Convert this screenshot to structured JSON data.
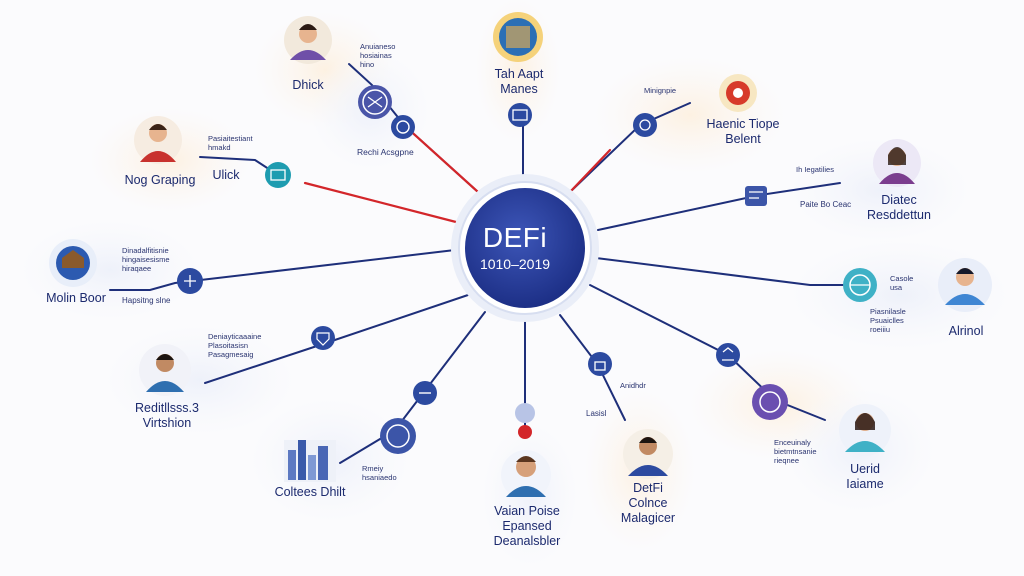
{
  "hub": {
    "title": "DEFi",
    "years": "1010–2019"
  },
  "nodes": {
    "n1": {
      "label": "Dhick",
      "caption": "Anuianeso\nhosiainas\nhino"
    },
    "n2": {
      "label": "Tah Aapt\nManes",
      "caption": ""
    },
    "n3": {
      "label": "Haenic Tiope\nBelent",
      "caption": "Minignpie"
    },
    "n4": {
      "label": "Nog Graping",
      "side": "Ulick",
      "caption": "Pasiaitestiant\nhmakd"
    },
    "n5": {
      "label": "Diatec\nResddettun",
      "caption": "Ih Iegatilies"
    },
    "n6": {
      "label": "Molin Boor",
      "caption": "Dinadalfitisnie\nhingaisesisme\nhiraqaee"
    },
    "n7": {
      "label": "Alrinol",
      "caption": "Casole\nusa"
    },
    "n8": {
      "label": "Reditllsss.3\nVirtshion",
      "caption": "Deniayticaaaine\nPlasoitasisn\nPasagmesaig"
    },
    "n9": {
      "label": "Coltees Dhilt",
      "caption": "Rmeiy\nhsaniaedo"
    },
    "n10": {
      "label": "Vaian Poise\nEpansed\nDeanalsbler",
      "caption": ""
    },
    "n11": {
      "label": "DetFi\nColnce\nMalagicer",
      "caption": "Anidhdr"
    },
    "n12": {
      "label": "Uerid\nIaiame",
      "caption": "Enceuinaly\nbietmtnsanie\nrieqnee"
    }
  },
  "edge_labels": {
    "e1": "Rechi Acsgpne",
    "e4": "Hapsitng slne",
    "e5": "Paite Bo Ceac",
    "e7": "Piasnilasle\nPsuaiclles\nroeiiiu",
    "e11": "Lasisl"
  },
  "colors": {
    "hub": "#1f3590",
    "hub_ring": "#dfe6f7",
    "line": "#1e2f7a",
    "accent_line": "#d3262a",
    "icon": "#3c55a8",
    "text": "#1c2a6e"
  }
}
